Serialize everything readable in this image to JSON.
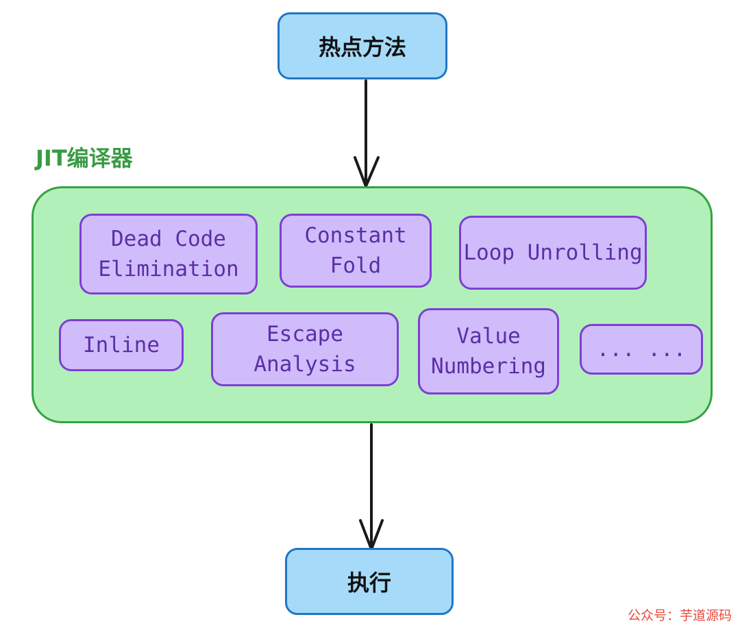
{
  "nodes": {
    "hot_method": "热点方法",
    "execute": "执行"
  },
  "group": {
    "label": "JIT编译器",
    "items": [
      "Dead Code Elimination",
      "Constant Fold",
      "Loop Unrolling",
      "Inline",
      "Escape Analysis",
      "Value Numbering",
      "... ..."
    ]
  },
  "watermark": "公众号：芋道源码",
  "colors": {
    "node_fill": "#a6daf9",
    "node_border": "#1f76c3",
    "group_fill": "#b2f0b9",
    "group_border": "#35a242",
    "item_fill": "#d0bcfb",
    "item_border": "#7e3ed6",
    "item_text": "#5a2fa5",
    "label_text": "#3a9b45",
    "watermark_text": "#e84a3c"
  }
}
